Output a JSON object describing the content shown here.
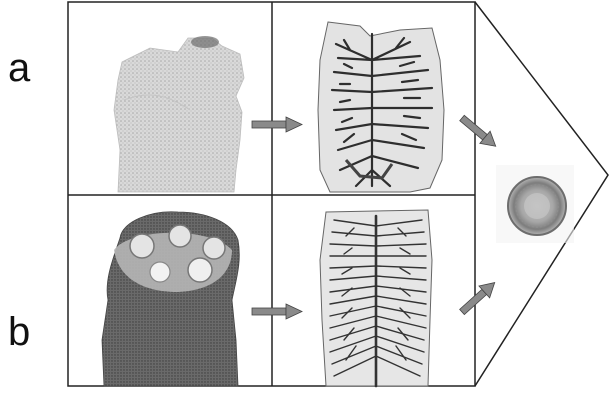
{
  "rows": [
    {
      "label": "a",
      "stages": [
        "scolex-unarmed",
        "mature-segment-branched-uterus",
        "egg"
      ]
    },
    {
      "label": "b",
      "stages": [
        "scolex-armed-hooks",
        "mature-segment-many-branches",
        "egg"
      ]
    }
  ],
  "colors": {
    "frame": "#222222",
    "tissue_light": "#d6d6d6",
    "tissue_mid": "#9a9a9a",
    "tissue_dark": "#3a3a3a",
    "arrow": "#7a7a7a",
    "egg": "#8a8a8a"
  }
}
